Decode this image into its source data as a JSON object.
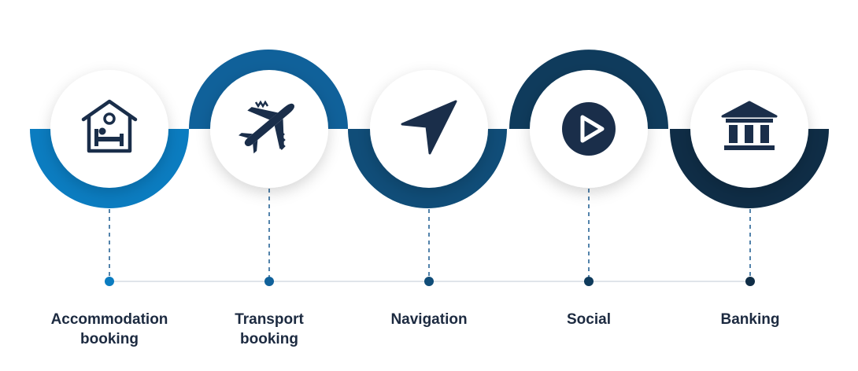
{
  "steps": [
    {
      "id": "accommodation",
      "icon": "hotel-bed-icon",
      "label_lines": [
        "Accommodation",
        "booking"
      ],
      "color": "#0b7cc0"
    },
    {
      "id": "transport",
      "icon": "airplane-icon",
      "label_lines": [
        "Transport",
        "booking"
      ],
      "color": "#10619a"
    },
    {
      "id": "navigation",
      "icon": "navigation-arrow-icon",
      "label_lines": [
        "Navigation"
      ],
      "color": "#104d78"
    },
    {
      "id": "social",
      "icon": "play-icon",
      "label_lines": [
        "Social"
      ],
      "color": "#0f3b5c"
    },
    {
      "id": "banking",
      "icon": "bank-icon",
      "label_lines": [
        "Banking"
      ],
      "color": "#0f2d46"
    }
  ],
  "colors": {
    "icon": "#1a2e4a",
    "timeline": "#d5dbe3",
    "label": "#1c2a40"
  }
}
